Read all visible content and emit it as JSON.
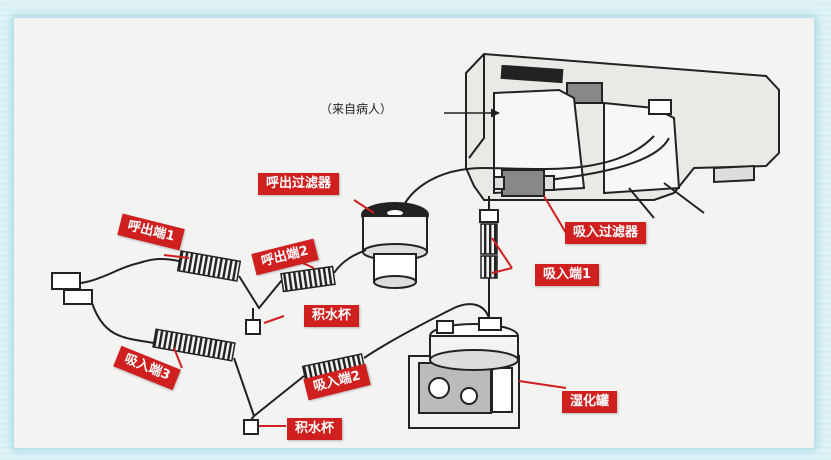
{
  "diagram": {
    "caption_patient": "（来自病人）",
    "labels": {
      "exhale_filter": "呼出过滤器",
      "exhale_end_1": "呼出端1",
      "exhale_end_2": "呼出端2",
      "water_trap_upper": "积水杯",
      "inhale_filter": "吸入过滤器",
      "inhale_end_1": "吸入端1",
      "inhale_end_3": "吸入端3",
      "inhale_end_2": "吸入端2",
      "water_trap_lower": "积水杯",
      "humidifier": "湿化罐"
    },
    "colors": {
      "label_bg": "#cf1f1f",
      "label_text": "#ffffff",
      "line": "#222222"
    }
  }
}
